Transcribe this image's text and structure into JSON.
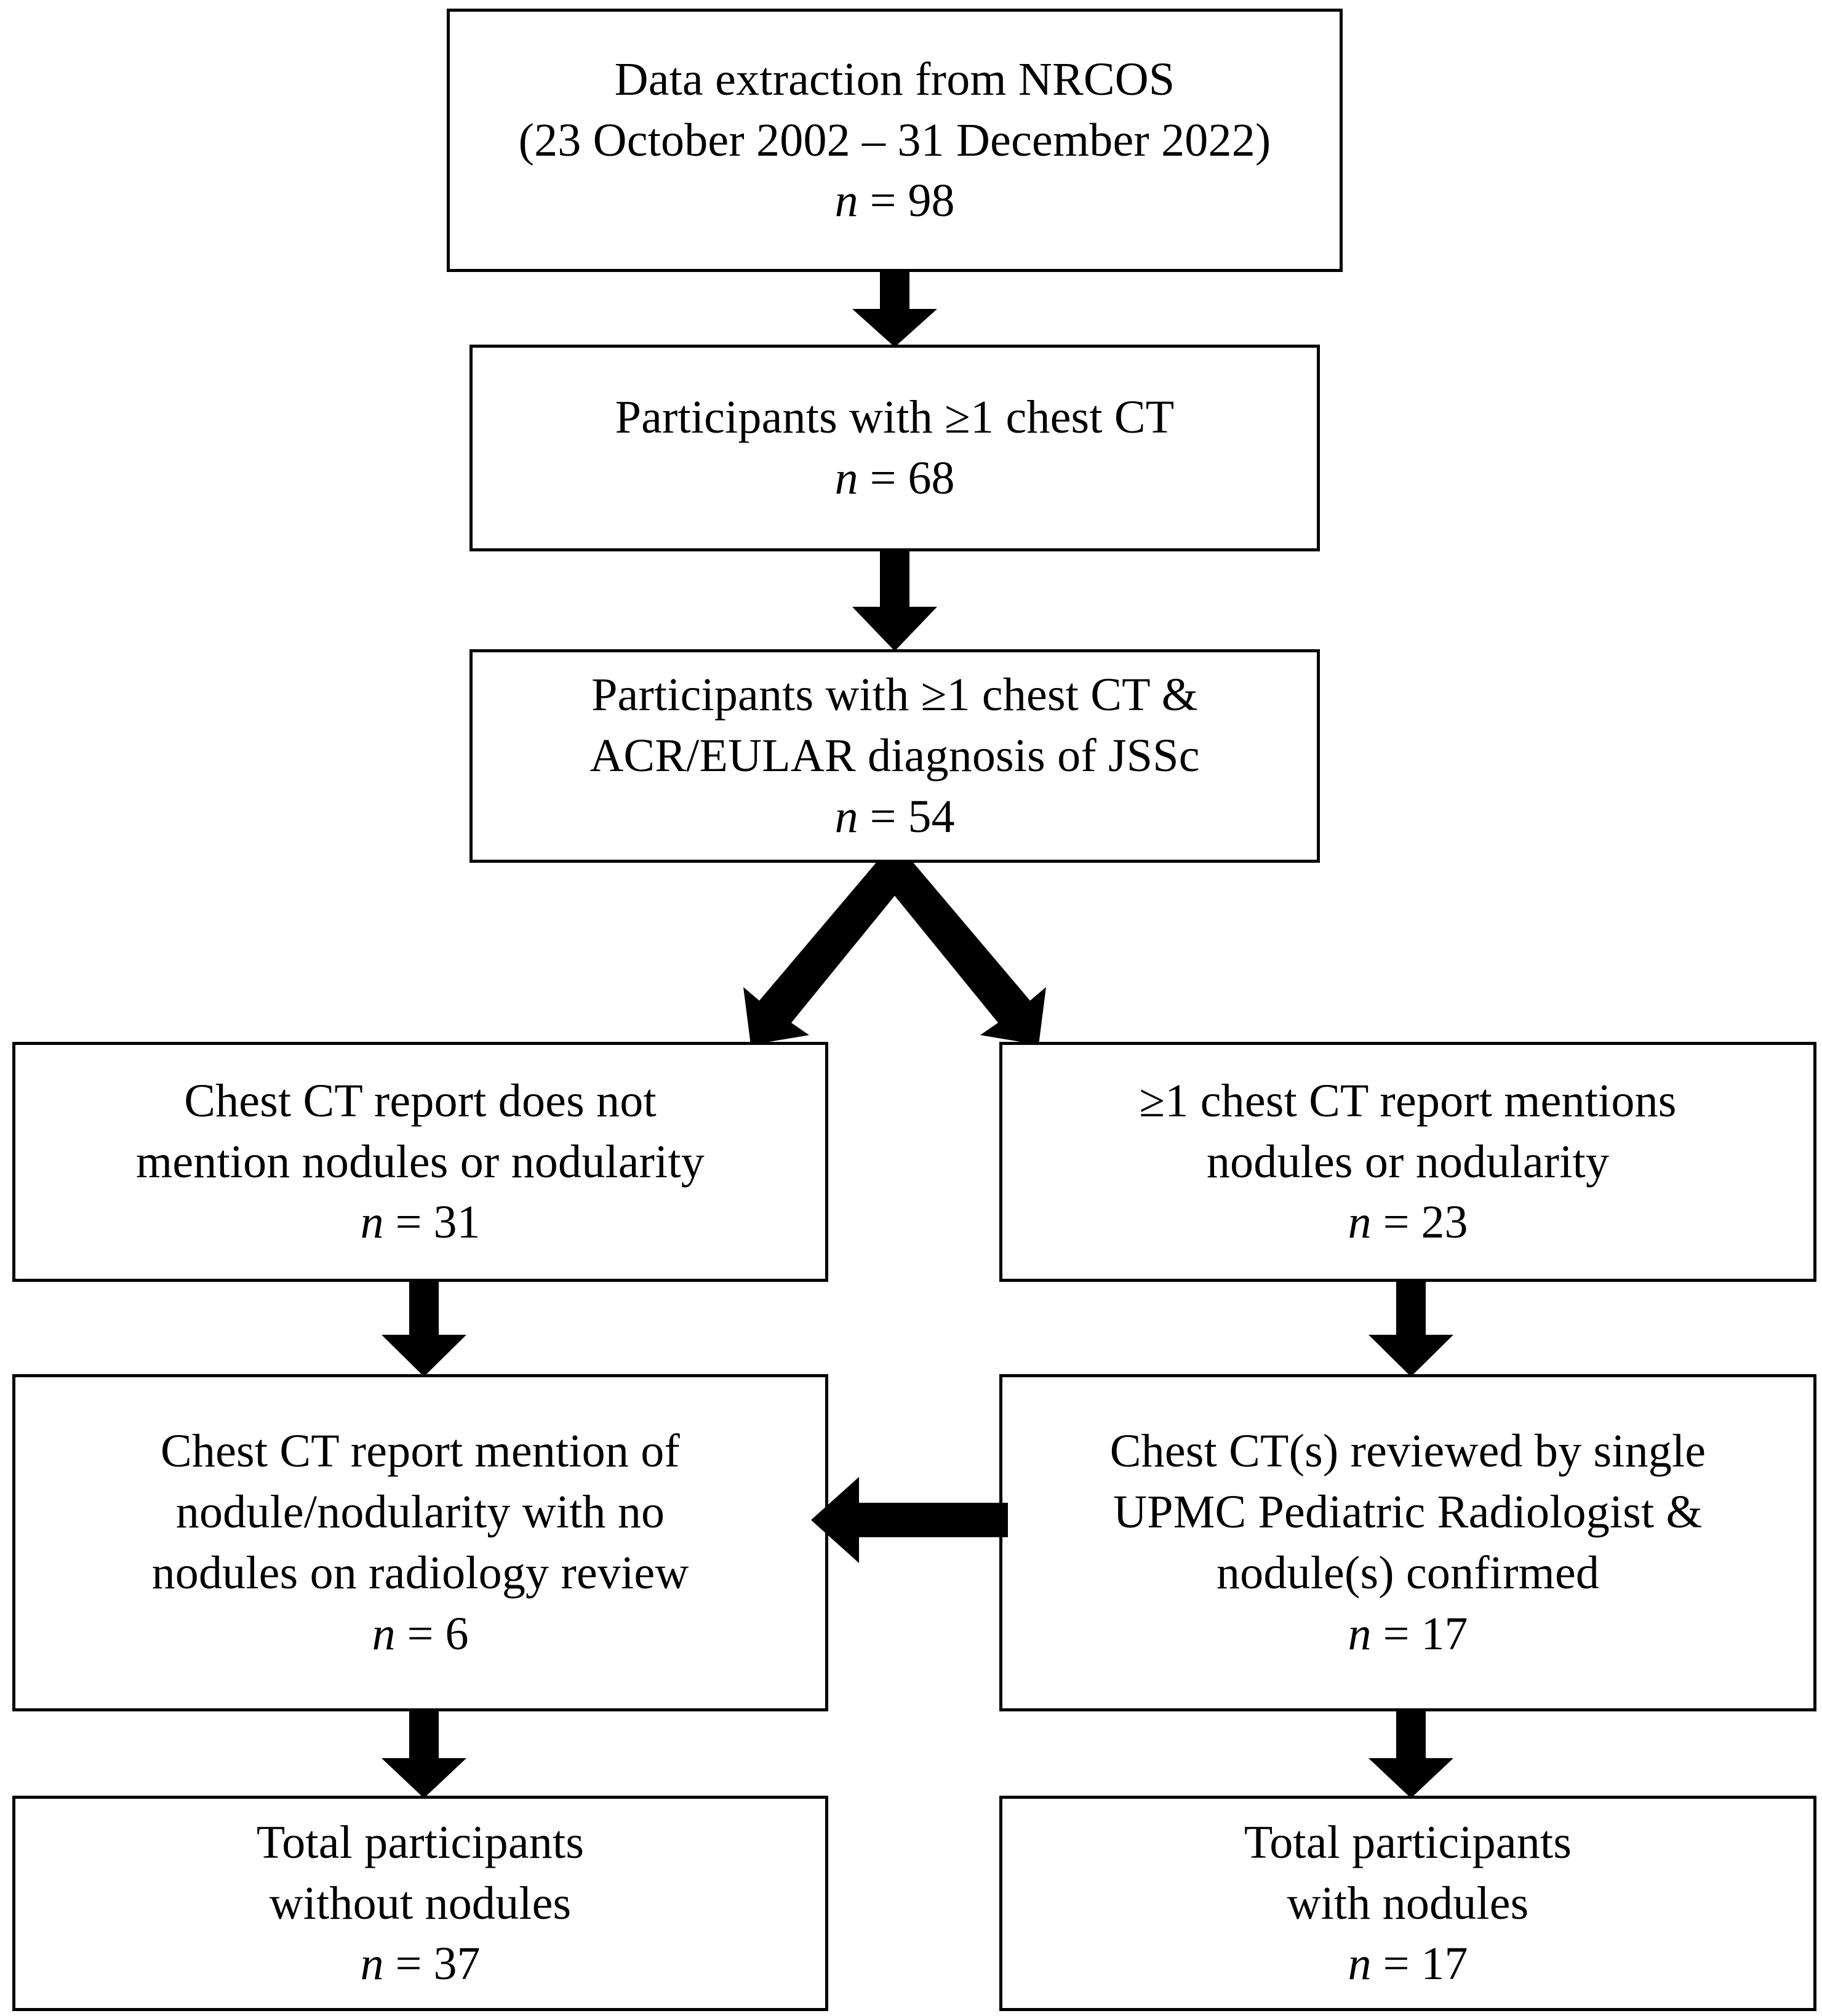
{
  "figure": {
    "type": "flowchart",
    "orientation": "top-down",
    "accent_color": "#000000",
    "background_color": "#ffffff"
  },
  "nodes": {
    "extraction": {
      "lines": [
        "Data extraction from NRCOS",
        "(23 October 2002 – 31 December 2022)"
      ],
      "n_label": "n",
      "n_eq": " = ",
      "n_value": "98"
    },
    "chestct": {
      "lines": [
        "Participants with ≥1 chest CT"
      ],
      "n_label": "n",
      "n_eq": " = ",
      "n_value": "68"
    },
    "jssc": {
      "lines": [
        "Participants with ≥1 chest CT &",
        "ACR/EULAR diagnosis of JSSc"
      ],
      "n_label": "n",
      "n_eq": " = ",
      "n_value": "54"
    },
    "no_mention": {
      "lines": [
        "Chest CT report does not",
        "mention nodules or nodularity"
      ],
      "n_label": "n",
      "n_eq": " = ",
      "n_value": "31"
    },
    "mention": {
      "lines": [
        "≥1  chest CT report mentions",
        "nodules or nodularity"
      ],
      "n_label": "n",
      "n_eq": " = ",
      "n_value": "23"
    },
    "no_nodules_on_review": {
      "lines": [
        "Chest CT report mention of",
        "nodule/nodularity with no",
        "nodules on radiology review"
      ],
      "n_label": "n",
      "n_eq": " = ",
      "n_value": "6"
    },
    "confirmed": {
      "lines": [
        "Chest CT(s) reviewed by single",
        "UPMC Pediatric Radiologist &",
        "nodule(s) confirmed"
      ],
      "n_label": "n",
      "n_eq": " = ",
      "n_value": "17"
    },
    "total_without": {
      "lines": [
        "Total participants",
        "without nodules"
      ],
      "n_label": "n",
      "n_eq": " = ",
      "n_value": "37"
    },
    "total_with": {
      "lines": [
        "Total participants",
        "with nodules"
      ],
      "n_label": "n",
      "n_eq": " = ",
      "n_value": "17"
    }
  },
  "edges": [
    {
      "id": "arrow-1-2",
      "from": "extraction",
      "to": "chestct",
      "direction": "down"
    },
    {
      "id": "arrow-2-3",
      "from": "chestct",
      "to": "jssc",
      "direction": "down"
    },
    {
      "id": "arrow-split-3",
      "from": "jssc",
      "to": "no_mention,mention",
      "direction": "split-down"
    },
    {
      "id": "arrow-4l-5l",
      "from": "no_mention",
      "to": "no_nodules_on_review",
      "direction": "down"
    },
    {
      "id": "arrow-4r-5r",
      "from": "mention",
      "to": "confirmed",
      "direction": "down"
    },
    {
      "id": "arrow-5r-5l",
      "from": "confirmed",
      "to": "no_nodules_on_review",
      "direction": "left"
    },
    {
      "id": "arrow-5l-6l",
      "from": "no_nodules_on_review",
      "to": "total_without",
      "direction": "down"
    },
    {
      "id": "arrow-5r-6r",
      "from": "confirmed",
      "to": "total_with",
      "direction": "down"
    }
  ]
}
